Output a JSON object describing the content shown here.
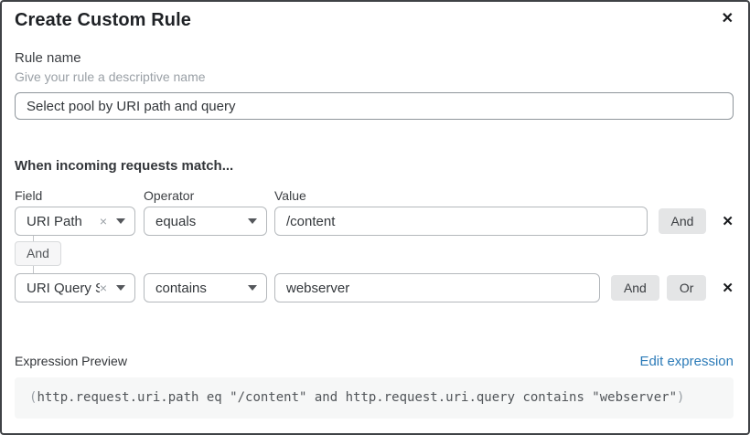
{
  "dialog": {
    "title": "Create Custom Rule"
  },
  "icons": {
    "close": "✕",
    "remove": "✕",
    "clear": "×"
  },
  "rule_name": {
    "label": "Rule name",
    "helper": "Give your rule a descriptive name",
    "value": "Select pool by URI path and query"
  },
  "match_section": {
    "heading": "When incoming requests match...",
    "columns": {
      "field": "Field",
      "operator": "Operator",
      "value": "Value"
    },
    "rows": [
      {
        "field": "URI Path",
        "operator": "equals",
        "value": "/content",
        "buttons": [
          "And"
        ]
      },
      {
        "field": "URI Query St...",
        "operator": "contains",
        "value": "webserver",
        "buttons": [
          "And",
          "Or"
        ]
      }
    ],
    "connector_label": "And"
  },
  "expression_preview": {
    "label": "Expression Preview",
    "edit_link": "Edit expression",
    "paren_open": "(",
    "expression_body": "http.request.uri.path eq \"/content\" and http.request.uri.query contains \"webserver\"",
    "paren_close": ")"
  },
  "colors": {
    "link": "#2c7bb8",
    "button_bg": "#e4e5e6",
    "code_bg": "#f6f7f7",
    "dialog_border": "#3f4246"
  }
}
